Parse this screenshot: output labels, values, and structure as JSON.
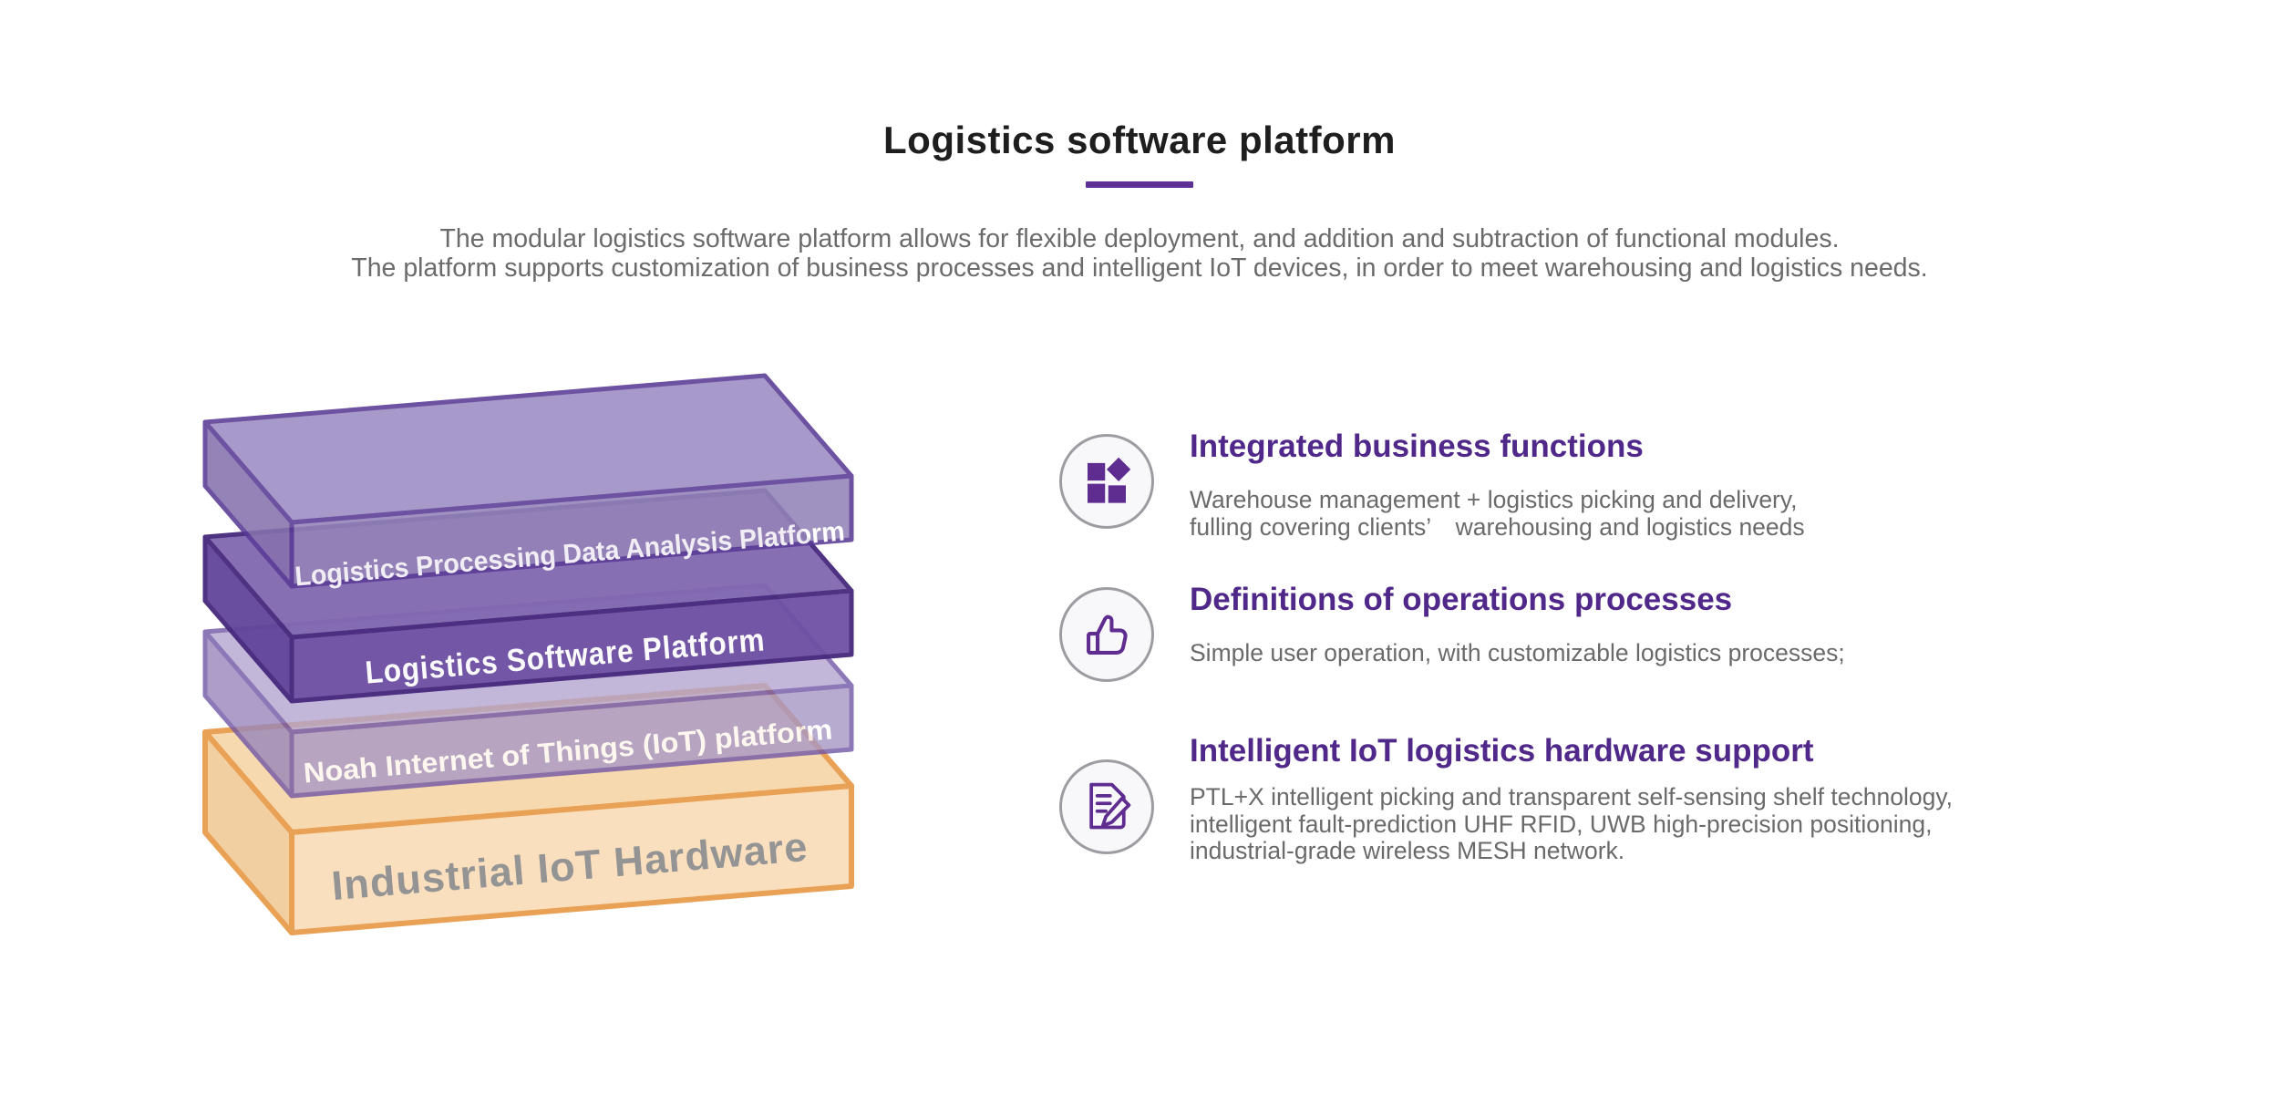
{
  "header": {
    "title": "Logistics software platform",
    "subtitle_lines": [
      "The modular logistics software platform allows for flexible deployment, and addition and subtraction of functional modules.",
      "The platform supports customization of business processes and intelligent IoT devices, in order to meet warehousing and logistics needs."
    ]
  },
  "stack": {
    "layers": [
      {
        "label": "Logistics Processing Data Analysis Platform",
        "color": "#9483b8"
      },
      {
        "label": "Logistics Software Platform",
        "color": "#6f51a4"
      },
      {
        "label": "Noah Internet of Things (IoT) platform",
        "color": "#a697c5"
      },
      {
        "label": "Industrial IoT Hardware",
        "color": "#fadebb"
      }
    ]
  },
  "features": [
    {
      "icon": "modules-icon",
      "title": "Integrated business functions",
      "body_lines": [
        "Warehouse management + logistics picking and delivery,",
        "fulling covering clients’ warehousing and logistics needs"
      ]
    },
    {
      "icon": "thumbs-up-icon",
      "title": "Definitions of operations processes",
      "body_lines": [
        "Simple user operation, with customizable logistics processes;"
      ]
    },
    {
      "icon": "edit-document-icon",
      "title": "Intelligent IoT logistics hardware support",
      "body_lines": [
        "PTL+X intelligent picking and transparent self-sensing shelf technology,",
        "intelligent fault-prediction UHF RFID, UWB high-precision positioning,",
        "industrial-grade wireless MESH network."
      ]
    }
  ],
  "colors": {
    "title_text": "#1e1e1e",
    "accent_heading_purple": "#4f2889",
    "underline_purple": "#5e2f95",
    "body_text_gray": "#6a6a6a",
    "icon_purple": "#5f2c90",
    "hardware_orange_stroke": "#e89c4c",
    "hardware_label_gray": "#8f8f8f"
  }
}
